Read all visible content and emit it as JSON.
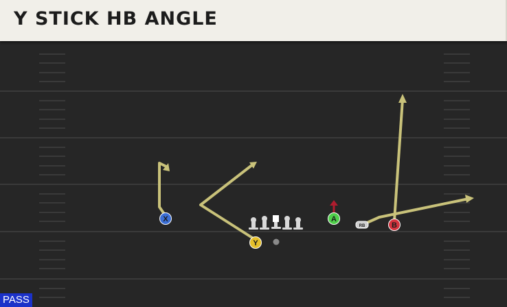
{
  "play": {
    "title": "Y STICK HB ANGLE",
    "type_badge": "PASS"
  },
  "players": {
    "x": "X",
    "y": "Y",
    "a": "A",
    "b": "B",
    "rb": "RB"
  },
  "colors": {
    "field": "#262626",
    "yard_line": "#3a3a3a",
    "route": "#c9c27a",
    "block_arrow": "#b01c2e",
    "x_receiver": "#3b6fd6",
    "y_receiver": "#e6c02a",
    "a_receiver": "#4fcf4a",
    "b_receiver": "#d6333e",
    "title_bg": "#f1efe9",
    "badge_bg": "#1b32c9"
  }
}
